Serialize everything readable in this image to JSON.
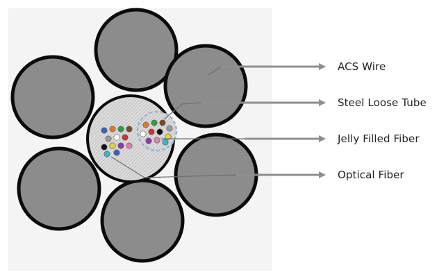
{
  "labels": {
    "acs_wire": "ACS Wire",
    "steel_tube": "Steel Loose Tube",
    "jelly_fiber": "Jelly Filled Fiber",
    "optical_fiber": "Optical Fiber"
  },
  "colors": {
    "wire_fill": "#8c8c8c",
    "wire_stroke": "#0b0b0b",
    "core_fill": "#d9d9d9",
    "backdrop": "#f4f4f4",
    "arrow": "#8f8f8f",
    "leader": "#6e6e6e",
    "tube_ring": "#9ab4cc"
  },
  "fiber_colors": [
    "#3a63b8",
    "#e07b2a",
    "#2e9d48",
    "#7b4a2a",
    "#9a9a9a",
    "#ffffff",
    "#d03030",
    "#111111",
    "#e3d23b",
    "#8d3ca3",
    "#e07fb0",
    "#39b7c4"
  ]
}
